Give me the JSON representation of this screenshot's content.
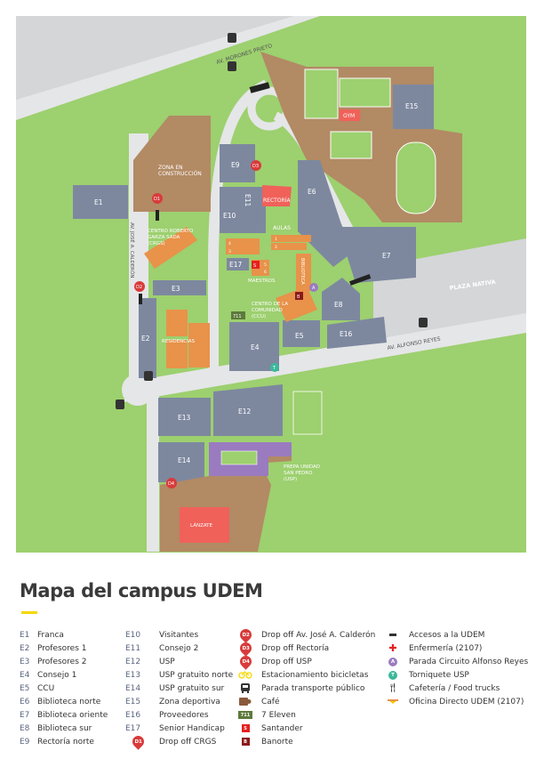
{
  "colors": {
    "grass": "#9dd06f",
    "road": "#e5e6e8",
    "building": "#7d889f",
    "brown": "#b28a64",
    "orange": "#e8924a",
    "red": "#f0615a",
    "purple": "#9a7bc0",
    "gray_area": "#d5d6d8",
    "pin": "#d83b3b",
    "accent": "#f5d800"
  },
  "map": {
    "roads": {
      "north": "AV. MORONES PRIETO",
      "west": "AV. JOSÉ A. CALDERÓN",
      "south": "AV. ALFONSO REYES",
      "plaza": "PLAZA NATIVA"
    },
    "buildings": {
      "E1": "E1",
      "E2": "E2",
      "E3": "E3",
      "E4": "E4",
      "E5": "E5",
      "E6": "E6",
      "E7": "E7",
      "E8": "E8",
      "E9": "E9",
      "E10": "E10",
      "E11": "E11",
      "E12": "E12",
      "E13": "E13",
      "E14": "E14",
      "E15": "E15",
      "E16": "E16",
      "E17": "E17"
    },
    "areas": {
      "construction": [
        "ZONA EN",
        "CONSTRUCCIÓN"
      ],
      "crgs": [
        "CENTRO ROBERTO",
        "GARZA SADA",
        "(CRGS)"
      ],
      "rectoria": "RECTORÍA",
      "aulas": "AULAS",
      "biblioteca": "BIBLIOTECA",
      "maestros": "MAESTROS",
      "ccu": [
        "CENTRO DE LA",
        "COMUNIDAD",
        "(CCU)"
      ],
      "residencias": "RESIDENCIAS",
      "gym": "GYM",
      "prepa": [
        "PREPA UNIDAD",
        "SAN PEDRO",
        "(USP)"
      ],
      "lanzate": "LÁNZATE"
    },
    "aulas_numbers": [
      "1",
      "2",
      "3",
      "4",
      "5",
      "6"
    ],
    "pins": [
      "D1",
      "D2",
      "D3",
      "D4"
    ],
    "markers": {
      "seven_eleven": "711",
      "santander": "S",
      "banorte": "B",
      "parada": "A",
      "torniquete": "T"
    }
  },
  "legend": {
    "title": "Mapa del campus UDEM",
    "buildings_col1": [
      {
        "code": "E1",
        "name": "Franca"
      },
      {
        "code": "E2",
        "name": "Profesores 1"
      },
      {
        "code": "E3",
        "name": "Profesores 2"
      },
      {
        "code": "E4",
        "name": "Consejo 1"
      },
      {
        "code": "E5",
        "name": "CCU"
      },
      {
        "code": "E6",
        "name": "Biblioteca norte"
      },
      {
        "code": "E7",
        "name": "Biblioteca oriente"
      },
      {
        "code": "E8",
        "name": "Biblioteca sur"
      },
      {
        "code": "E9",
        "name": "Rectoría norte"
      }
    ],
    "buildings_col2": [
      {
        "code": "E10",
        "name": "Visitantes"
      },
      {
        "code": "E11",
        "name": "Consejo 2"
      },
      {
        "code": "E12",
        "name": "USP"
      },
      {
        "code": "E13",
        "name": "USP gratuito norte"
      },
      {
        "code": "E14",
        "name": "USP gratuito sur"
      },
      {
        "code": "E15",
        "name": "Zona deportiva"
      },
      {
        "code": "E16",
        "name": "Proveedores"
      },
      {
        "code": "E17",
        "name": "Senior Handicap"
      },
      {
        "code": "D1",
        "name": "Drop off CRGS",
        "icon": "drop-pin-icon"
      }
    ],
    "col3": [
      {
        "code": "D2",
        "name": "Drop off Av. José A. Calderón",
        "icon": "drop-pin-icon"
      },
      {
        "code": "D3",
        "name": "Drop off Rectoría",
        "icon": "drop-pin-icon"
      },
      {
        "code": "D4",
        "name": "Drop off USP",
        "icon": "drop-pin-icon"
      },
      {
        "name": "Estacionamiento bicicletas",
        "icon": "bicycle-icon"
      },
      {
        "name": "Parada transporte público",
        "icon": "bus-icon"
      },
      {
        "name": "Café",
        "icon": "coffee-icon"
      },
      {
        "code": "711",
        "name": "7 Eleven",
        "icon": "seven-eleven-icon"
      },
      {
        "code": "S",
        "name": "Santander",
        "icon": "santander-icon"
      },
      {
        "code": "B",
        "name": "Banorte",
        "icon": "banorte-icon"
      }
    ],
    "col4": [
      {
        "name": "Accesos a la UDEM",
        "icon": "access-gate-icon"
      },
      {
        "name": "Enfermería (2107)",
        "icon": "medical-cross-icon"
      },
      {
        "code": "A",
        "name": "Parada Circuito Alfonso Reyes",
        "icon": "bus-stop-a-icon"
      },
      {
        "code": "T",
        "name": "Torniquete USP",
        "icon": "turnstile-icon"
      },
      {
        "name": "Cafetería / Food trucks",
        "icon": "fork-knife-icon"
      },
      {
        "name": "Oficina Directo UDEM (2107)",
        "icon": "office-icon"
      }
    ]
  }
}
